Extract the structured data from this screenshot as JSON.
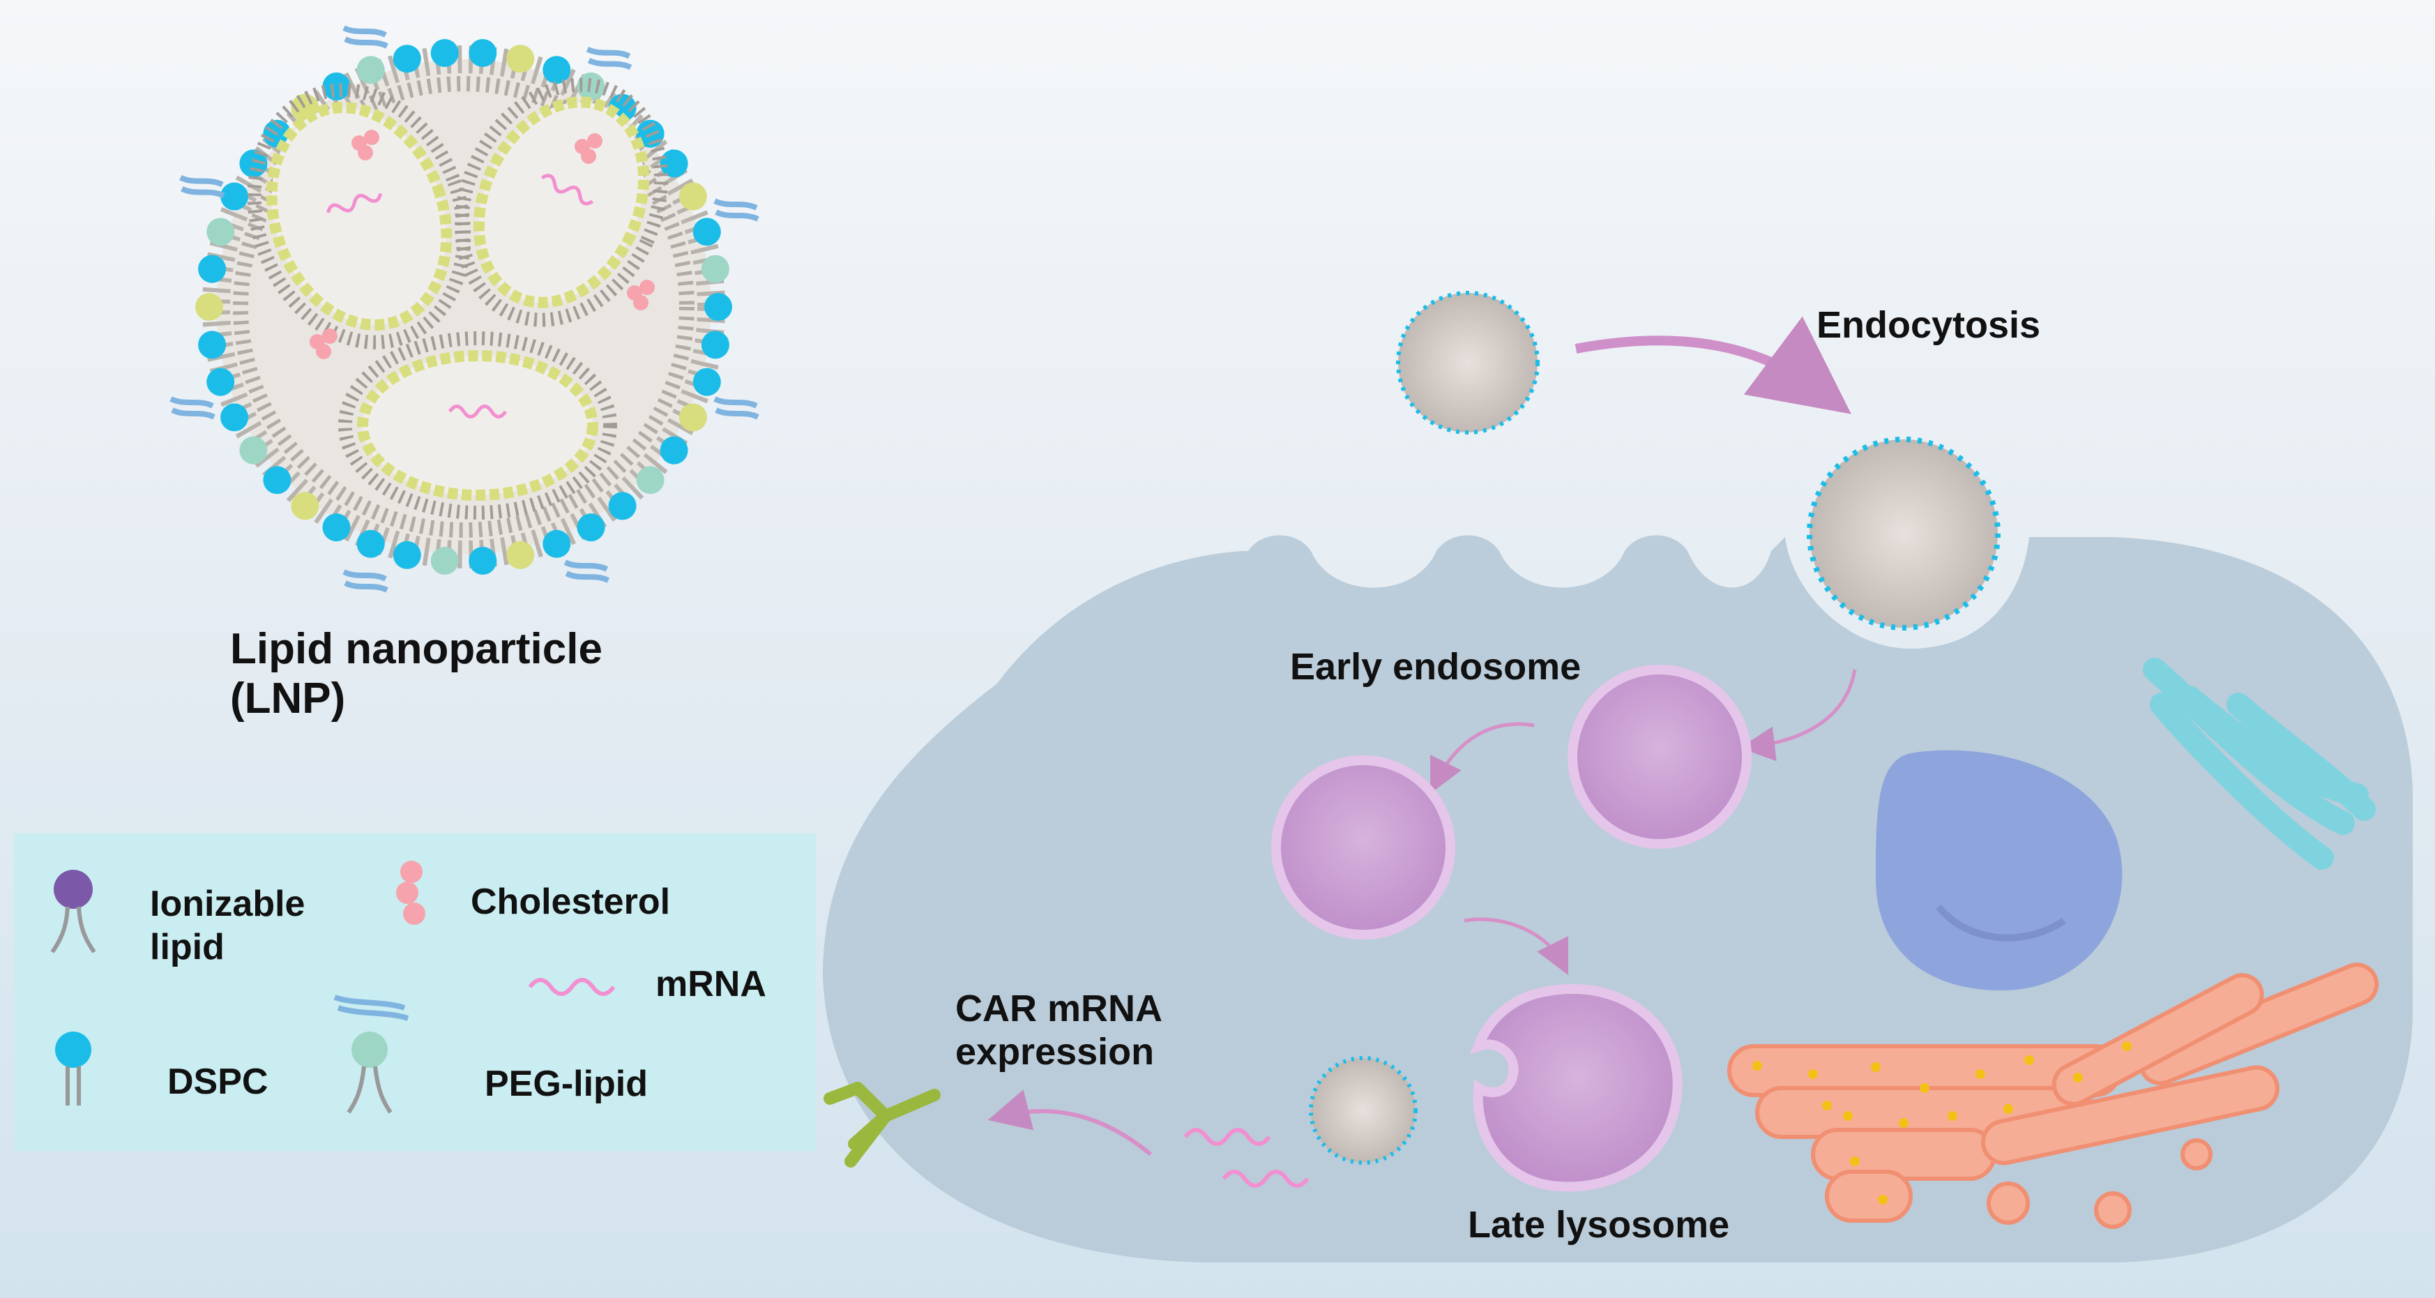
{
  "figure": {
    "lnp_title_line1": "Lipid nanoparticle",
    "lnp_title_line2": "(LNP)",
    "stages": {
      "endocytosis": "Endocytosis",
      "early_endosome": "Early  endosome",
      "late_lysosome": "Late lysosome",
      "car_line1": "CAR mRNA",
      "car_line2": "expression"
    }
  },
  "legend": {
    "ionizable_line1": "Ionizable",
    "ionizable_line2": "lipid",
    "cholesterol": "Cholesterol",
    "mrna": "mRNA",
    "dspc": "DSPC",
    "peg_lipid": "PEG-lipid"
  },
  "colors": {
    "dspc": "#1bbde8",
    "ionizable": "#7b58a8",
    "cholesterol": "#f6a3ad",
    "mrna": "#f28fd0",
    "peg_head": "#9ed6c6",
    "peg_chain": "#7fb4e0",
    "inner_head": "#d8dd7d",
    "cell": "#b8cad8",
    "nucleus": "#8ea4dc",
    "er": "#f5ad95",
    "golgi": "#7fd3df",
    "endosome": "#c79bd0"
  }
}
